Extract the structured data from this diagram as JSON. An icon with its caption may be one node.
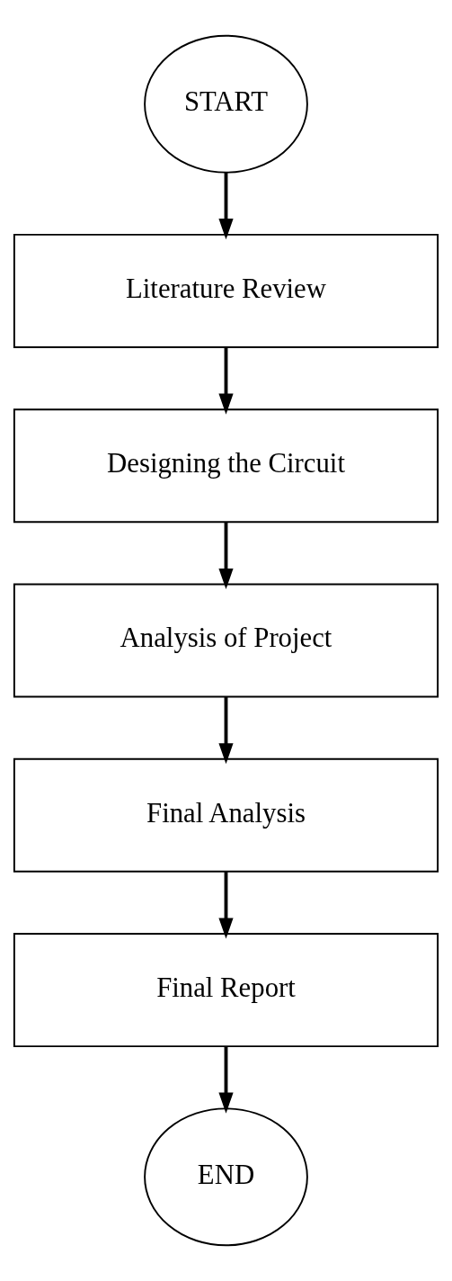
{
  "diagram": {
    "nodes": [
      {
        "text": [
          "START"
        ]
      },
      {
        "text": [
          "Literature Review"
        ]
      },
      {
        "text": [
          "Designing the Circuit"
        ]
      },
      {
        "text": [
          "Analysis of Project"
        ]
      },
      {
        "text": [
          "Final Analysis"
        ]
      },
      {
        "text": [
          "Final Report"
        ]
      },
      {
        "text": [
          "END"
        ]
      }
    ],
    "edges": [
      {
        "from": 0,
        "to": 1,
        "arrow": "to"
      },
      {
        "from": 1,
        "to": 2,
        "arrow": "to"
      },
      {
        "from": 2,
        "to": 3,
        "arrow": "to"
      },
      {
        "from": 3,
        "to": 4,
        "arrow": "to"
      },
      {
        "from": 4,
        "to": 5,
        "arrow": "to"
      },
      {
        "from": 5,
        "to": 6,
        "arrow": "to"
      }
    ]
  }
}
